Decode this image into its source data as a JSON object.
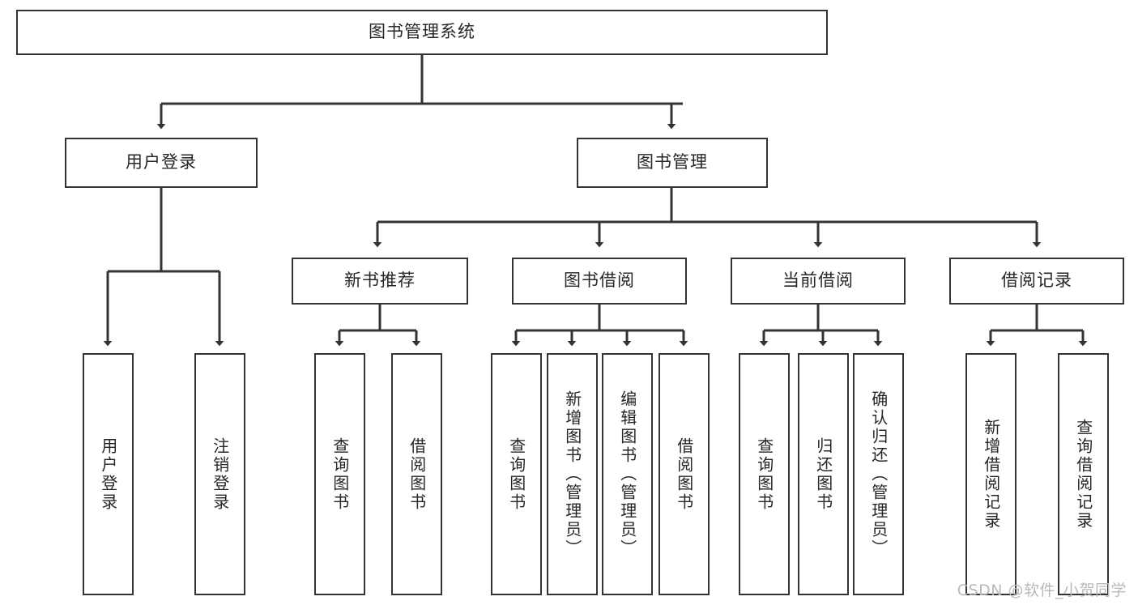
{
  "diagram": {
    "type": "tree-hierarchy-diagram",
    "title": "图书管理系统",
    "orientation": "top-down",
    "theme": {
      "box_border": "#333333",
      "box_fill": "#ffffff",
      "line": "#333333",
      "text": "#262626",
      "watermark": "#b9b9b9"
    }
  },
  "root": {
    "label": "图书管理系统"
  },
  "level2": [
    {
      "label": "用户登录"
    },
    {
      "label": "图书管理"
    }
  ],
  "level3": [
    {
      "label": "新书推荐"
    },
    {
      "label": "图书借阅"
    },
    {
      "label": "当前借阅"
    },
    {
      "label": "借阅记录"
    }
  ],
  "leaves": {
    "user_login": [
      {
        "label": "用户登录"
      },
      {
        "label": "注销登录"
      }
    ],
    "new_book_recommend": [
      {
        "label": "查询图书"
      },
      {
        "label": "借阅图书"
      }
    ],
    "book_borrow": [
      {
        "label": "查询图书"
      },
      {
        "label": "新增图书（管理员）"
      },
      {
        "label": "编辑图书（管理员）"
      },
      {
        "label": "借阅图书"
      }
    ],
    "current_borrow": [
      {
        "label": "查询图书"
      },
      {
        "label": "归还图书"
      },
      {
        "label": "确认归还（管理员）"
      }
    ],
    "borrow_record": [
      {
        "label": "新增借阅记录"
      },
      {
        "label": "查询借阅记录"
      }
    ]
  },
  "watermark": {
    "text": "CSDN @软件_小贺同学"
  }
}
